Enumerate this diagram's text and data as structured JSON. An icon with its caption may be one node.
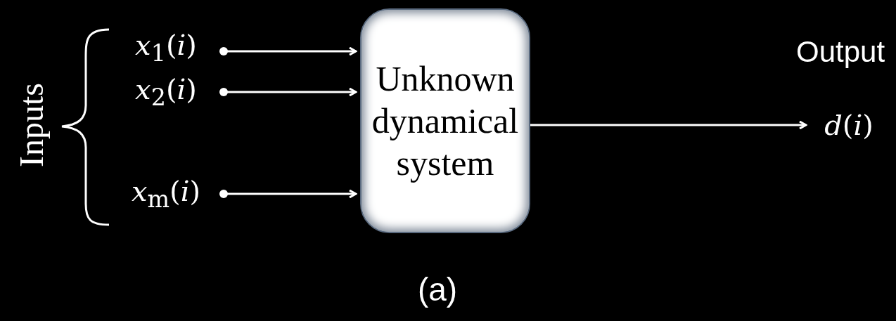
{
  "diagram": {
    "caption": "(a)",
    "nodes": [
      {
        "text": [
          "*x*$_{1}$(*i*)"
        ]
      },
      {
        "text": [
          "*x*$_{2}$(*i*)"
        ]
      },
      {
        "text": [
          "*x*$_{m}$(*i*)"
        ]
      },
      {
        "text": [
          "Unknown dynamical system"
        ]
      },
      {
        "text": [
          "*d*(*i*)"
        ],
        "beside": [
          "Output"
        ]
      }
    ],
    "edges": [
      {
        "from": 0,
        "to": 3,
        "arrow": "to"
      },
      {
        "from": 1,
        "to": 3,
        "arrow": "to"
      },
      {
        "from": 2,
        "to": 3,
        "arrow": "to"
      },
      {
        "from": 3,
        "to": 4,
        "arrow": "to"
      }
    ],
    "labels": [
      "Inputs"
    ]
  }
}
